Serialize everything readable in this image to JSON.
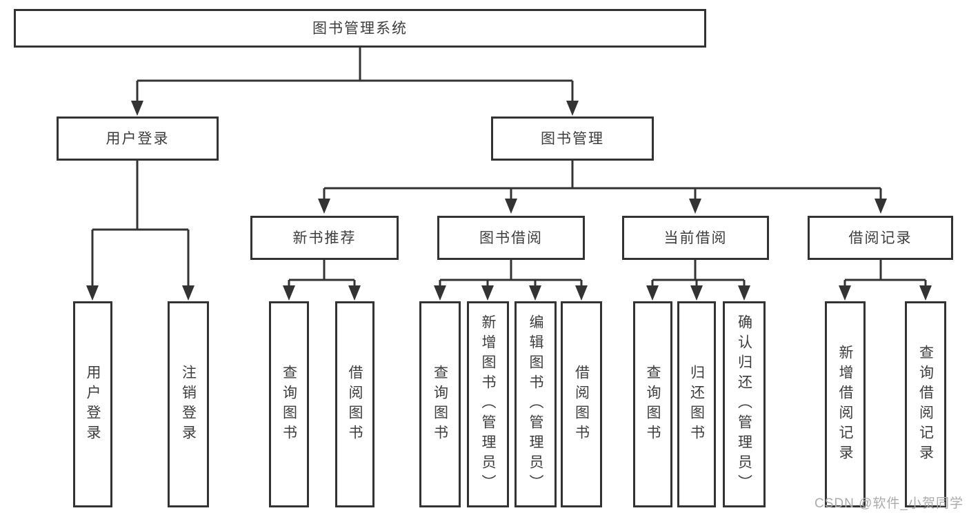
{
  "tree": {
    "root": "图书管理系统",
    "branches": [
      {
        "label": "用户登录",
        "children": [
          "用户登录",
          "注销登录"
        ]
      },
      {
        "label": "图书管理",
        "children": [
          {
            "label": "新书推荐",
            "children": [
              "查询图书",
              "借阅图书"
            ]
          },
          {
            "label": "图书借阅",
            "children": [
              "查询图书",
              "新增图书（管理员）",
              "编辑图书（管理员）",
              "借阅图书"
            ]
          },
          {
            "label": "当前借阅",
            "children": [
              "查询图书",
              "归还图书",
              "确认归还（管理员）"
            ]
          },
          {
            "label": "借阅记录",
            "children": [
              "新增借阅记录",
              "查询借阅记录"
            ]
          }
        ]
      }
    ]
  },
  "watermark": "CSDN @软件_小贺同学",
  "colors": {
    "line": "#333333",
    "text": "#3d3d3d",
    "watermark": "#ababab",
    "background": "#ffffff"
  }
}
